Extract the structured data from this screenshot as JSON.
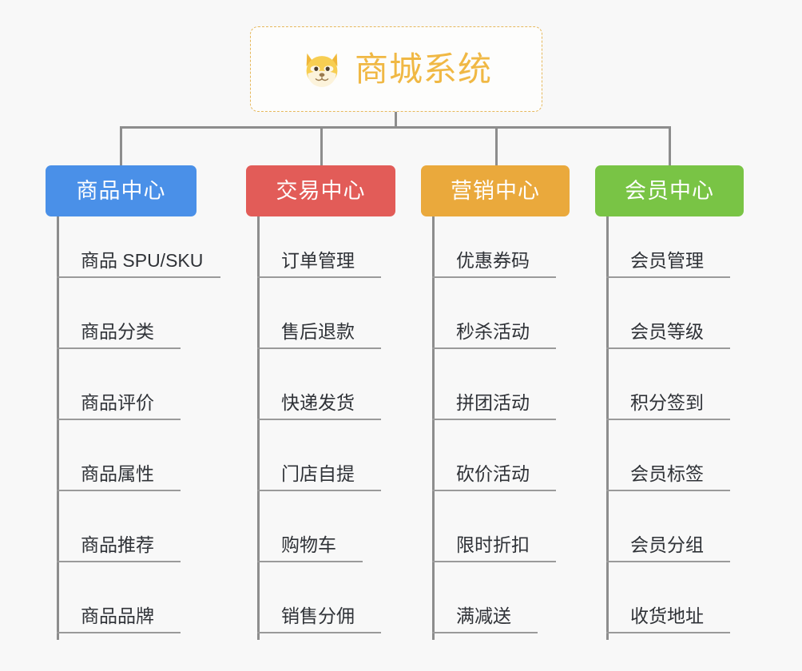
{
  "page": {
    "background_color": "#f8f8f8",
    "connector_color": "#8d8d8d",
    "leaf_rule_color": "#9a9a9a",
    "leaf_text_color": "#2f3237"
  },
  "root": {
    "title": "商城系统",
    "icon": "shiba-dog-face-icon",
    "text_color": "#f0b844",
    "border_color": "#e6b85c",
    "background_color": "#fdfdfc"
  },
  "branches": [
    {
      "id": "product-center",
      "label": "商品中心",
      "color": "#4a90e8",
      "items": [
        {
          "label": "商品 SPU/SKU"
        },
        {
          "label": "商品分类"
        },
        {
          "label": "商品评价"
        },
        {
          "label": "商品属性"
        },
        {
          "label": "商品推荐"
        },
        {
          "label": "商品品牌"
        }
      ]
    },
    {
      "id": "trade-center",
      "label": "交易中心",
      "color": "#e25c58",
      "items": [
        {
          "label": "订单管理"
        },
        {
          "label": "售后退款"
        },
        {
          "label": "快递发货"
        },
        {
          "label": "门店自提"
        },
        {
          "label": "购物车"
        },
        {
          "label": "销售分佣"
        }
      ]
    },
    {
      "id": "marketing-center",
      "label": "营销中心",
      "color": "#eaa93c",
      "items": [
        {
          "label": "优惠券码"
        },
        {
          "label": "秒杀活动"
        },
        {
          "label": "拼团活动"
        },
        {
          "label": "砍价活动"
        },
        {
          "label": "限时折扣"
        },
        {
          "label": "满减送"
        }
      ]
    },
    {
      "id": "member-center",
      "label": "会员中心",
      "color": "#79c445",
      "items": [
        {
          "label": "会员管理"
        },
        {
          "label": "会员等级"
        },
        {
          "label": "积分签到"
        },
        {
          "label": "会员标签"
        },
        {
          "label": "会员分组"
        },
        {
          "label": "收货地址"
        }
      ]
    }
  ]
}
